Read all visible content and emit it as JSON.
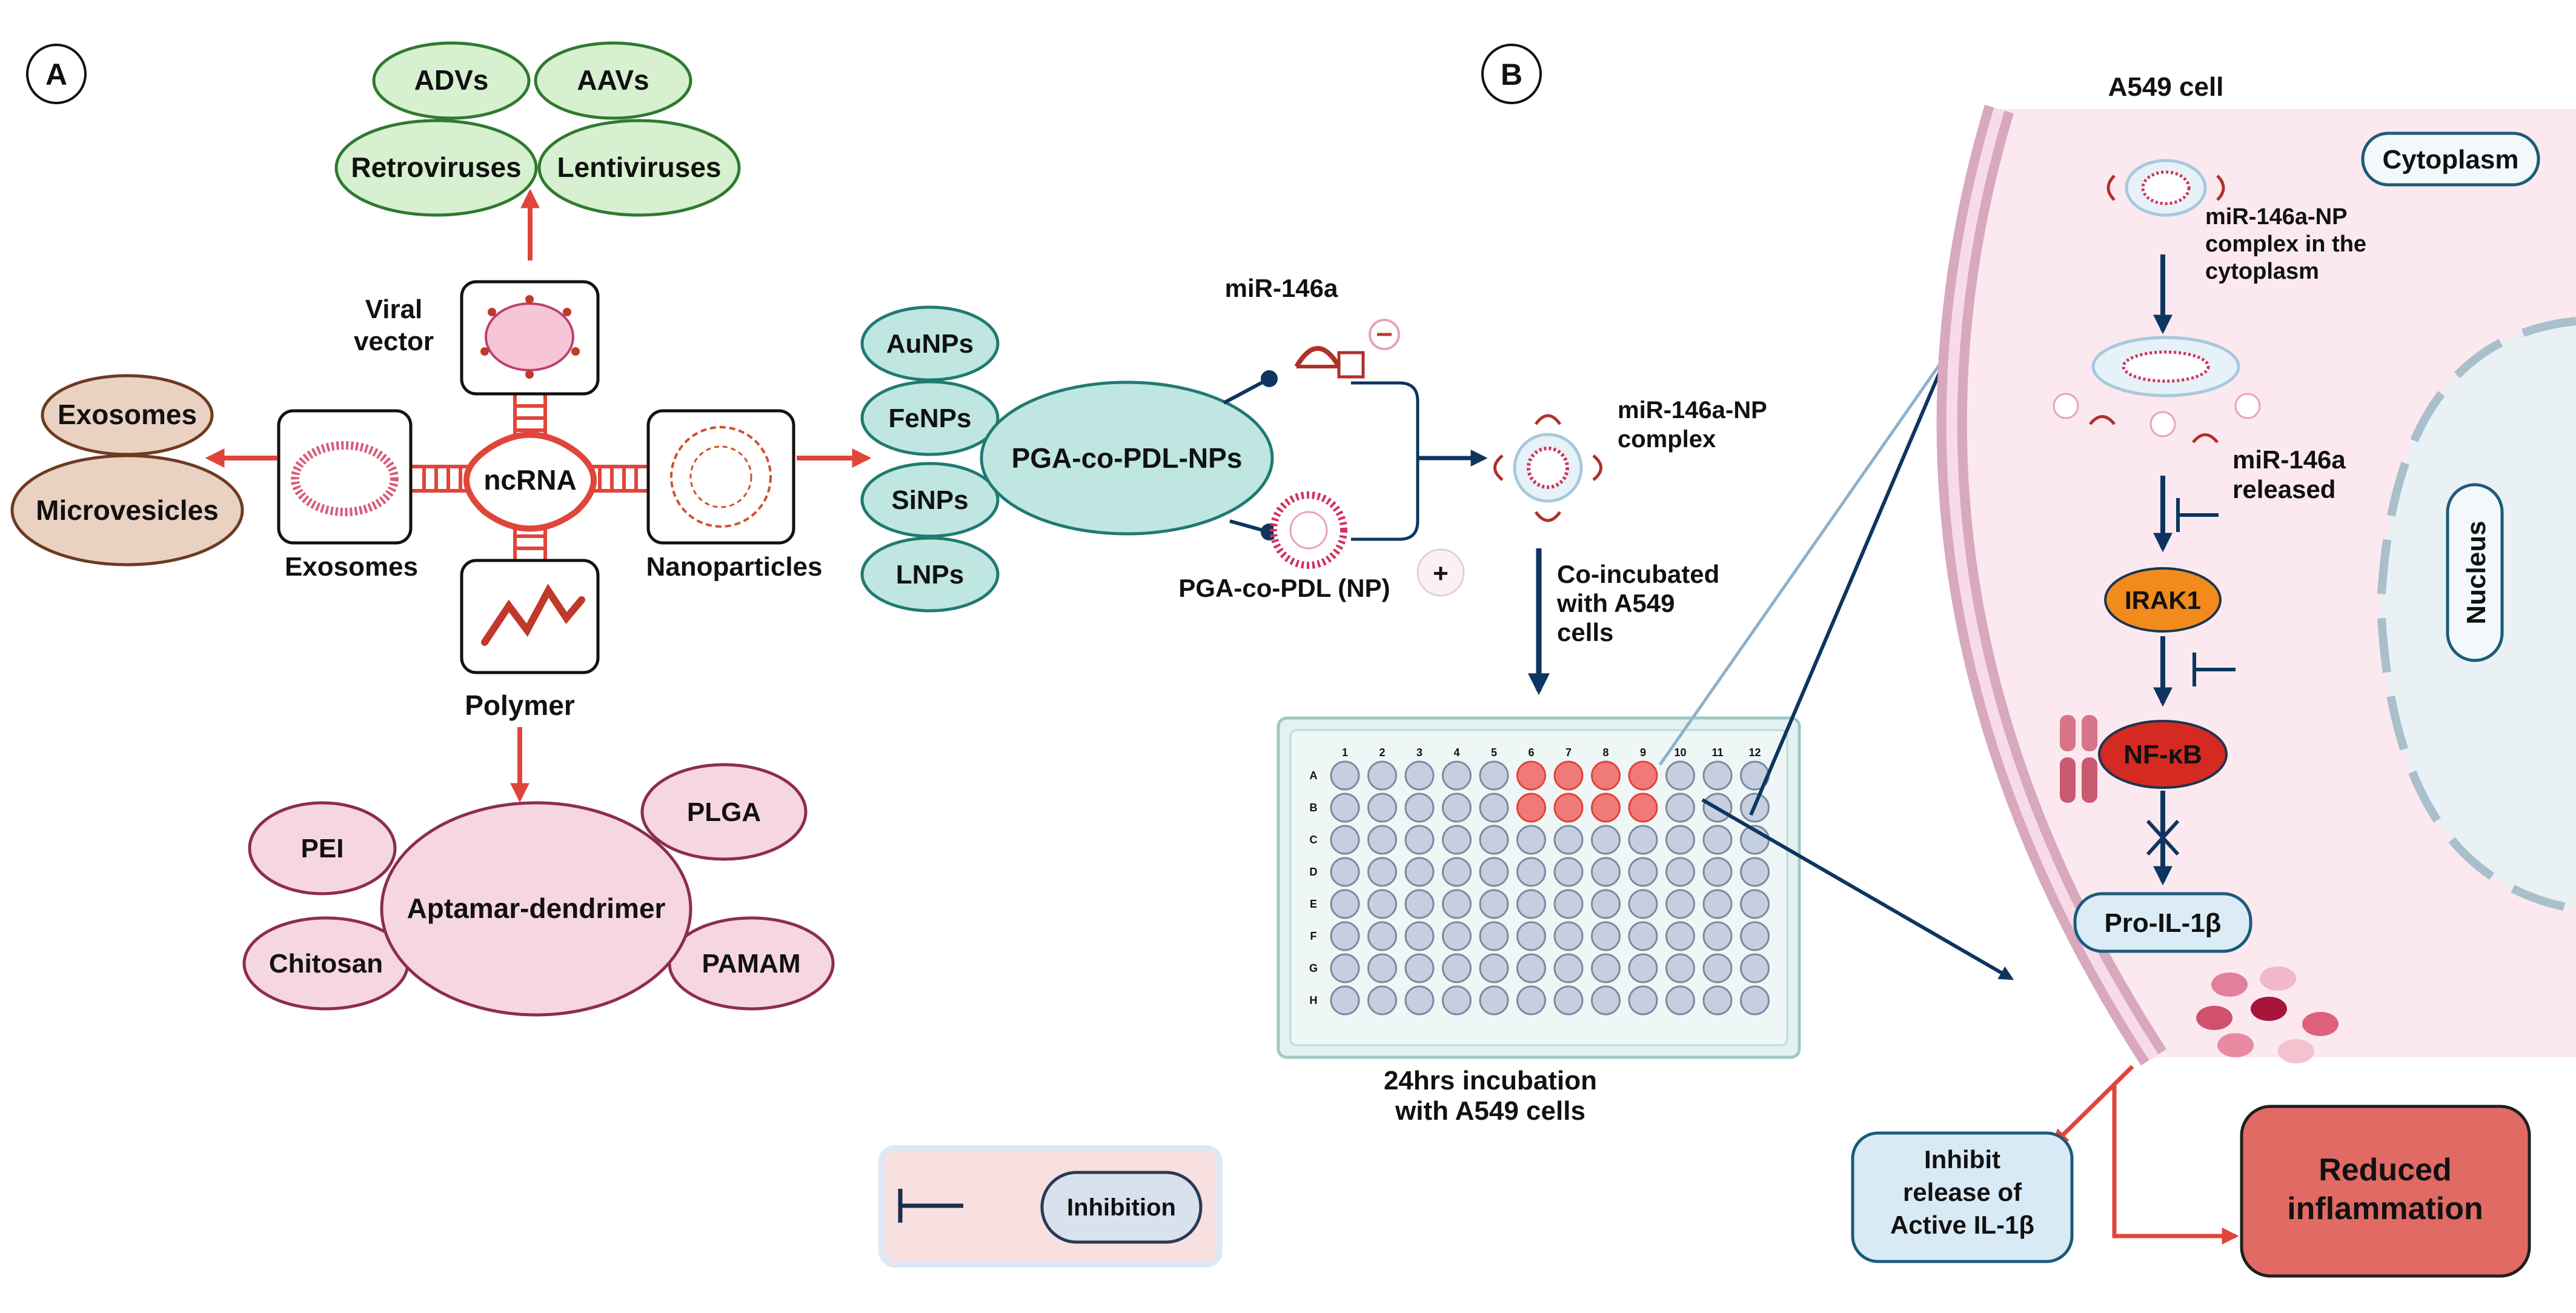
{
  "panel_a": {
    "letter": "A",
    "center_label": "ncRNA",
    "labels": {
      "viral_vector": [
        "Viral",
        "vector"
      ],
      "exosomes": "Exosomes",
      "nanoparticles": "Nanoparticles",
      "polymer": "Polymer"
    },
    "viral_vectors": [
      "ADVs",
      "AAVs",
      "Retroviruses",
      "Lentiviruses"
    ],
    "vesicles": [
      "Exosomes",
      "Microvesicles"
    ],
    "nanoparticles": [
      "AuNPs",
      "FeNPs",
      "SiNPs",
      "LNPs"
    ],
    "np_center": "PGA-co-PDL-NPs",
    "polymers": {
      "center": "Aptamar-dendrimer",
      "items": [
        "PEI",
        "PLGA",
        "Chitosan",
        "PAMAM"
      ]
    }
  },
  "panel_b": {
    "letter": "B",
    "mir_label": "miR-146a",
    "np_label": "PGA-co-PDL (NP)",
    "complex_label": [
      "miR-146a-NP",
      "complex"
    ],
    "coincubated_label": [
      "Co-incubated",
      "with A549",
      "cells"
    ],
    "incubation_label": [
      "24hrs incubation",
      "with A549 cells"
    ],
    "plate": {
      "columns": [
        "1",
        "2",
        "3",
        "4",
        "5",
        "6",
        "7",
        "8",
        "9",
        "10",
        "11",
        "12"
      ],
      "rows": [
        "A",
        "B",
        "C",
        "D",
        "E",
        "F",
        "G",
        "H"
      ]
    },
    "cell": {
      "title": "A549 cell",
      "cytoplasm": "Cytoplasm",
      "nucleus": "Nucleus",
      "complex_cytoplasm": [
        "miR-146a-NP",
        "complex in the",
        "cytoplasm"
      ],
      "released": [
        "miR-146a",
        "released"
      ],
      "irak1": "IRAK1",
      "nfkb": "NF-κB",
      "pro_il": "Pro-IL-1β"
    },
    "outcomes": {
      "inhibit": [
        "Inhibit",
        "release of",
        "Active IL-1β"
      ],
      "reduced": [
        "Reduced",
        "inflammation"
      ]
    },
    "legend": {
      "label": "Inhibition"
    }
  },
  "colors": {
    "red_arrow": "#e0453a",
    "navy": "#0d3560",
    "green_fill": "#d7f0d0",
    "green_stroke": "#2f7a2f",
    "teal_fill": "#bfe6e0",
    "teal_stroke": "#1f7a72",
    "brown_fill": "#ead2c3",
    "brown_stroke": "#6e3a22",
    "pink_fill": "#f7d6e4",
    "pink_stroke": "#8d2d4d",
    "cell_fill": "#fbe9ef",
    "irak_orange": "#f28a1c",
    "nfkb_red": "#d42a22",
    "outcome_fill": "#d9eaf7",
    "reduced_fill": "#e16a65"
  }
}
